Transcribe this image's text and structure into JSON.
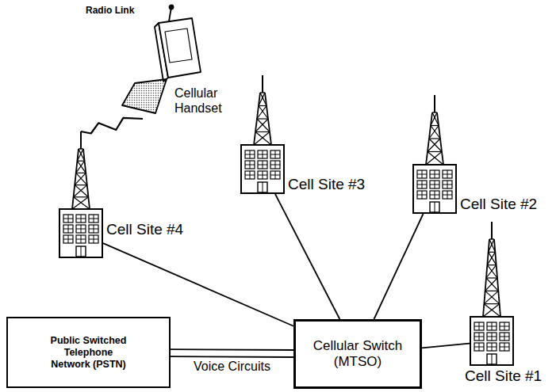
{
  "diagram": {
    "nodes": [
      {
        "text": [
          "Cellular Handset"
        ]
      },
      {
        "text": [
          "Cell Site #4"
        ]
      },
      {
        "text": [
          "Cell Site #3"
        ]
      },
      {
        "text": [
          "Cell Site #2"
        ]
      },
      {
        "text": [
          "Public Switched Telephone Network (PSTN)"
        ]
      },
      {
        "text": [
          "Cellular Switch (MTSO)"
        ]
      },
      {
        "text": [
          "Cell Site #1"
        ]
      }
    ],
    "edges": [
      {
        "from": 0,
        "to": 1,
        "arrow": "none"
      },
      {
        "from": 1,
        "to": 5,
        "arrow": "none"
      },
      {
        "from": 2,
        "to": 5,
        "arrow": "none"
      },
      {
        "from": 3,
        "to": 5,
        "arrow": "none"
      },
      {
        "from": 4,
        "to": 5,
        "label": "Voice Circuits",
        "arrow": "none"
      },
      {
        "from": 6,
        "to": 5,
        "arrow": "none"
      }
    ],
    "labels": [
      "Radio Link"
    ]
  }
}
